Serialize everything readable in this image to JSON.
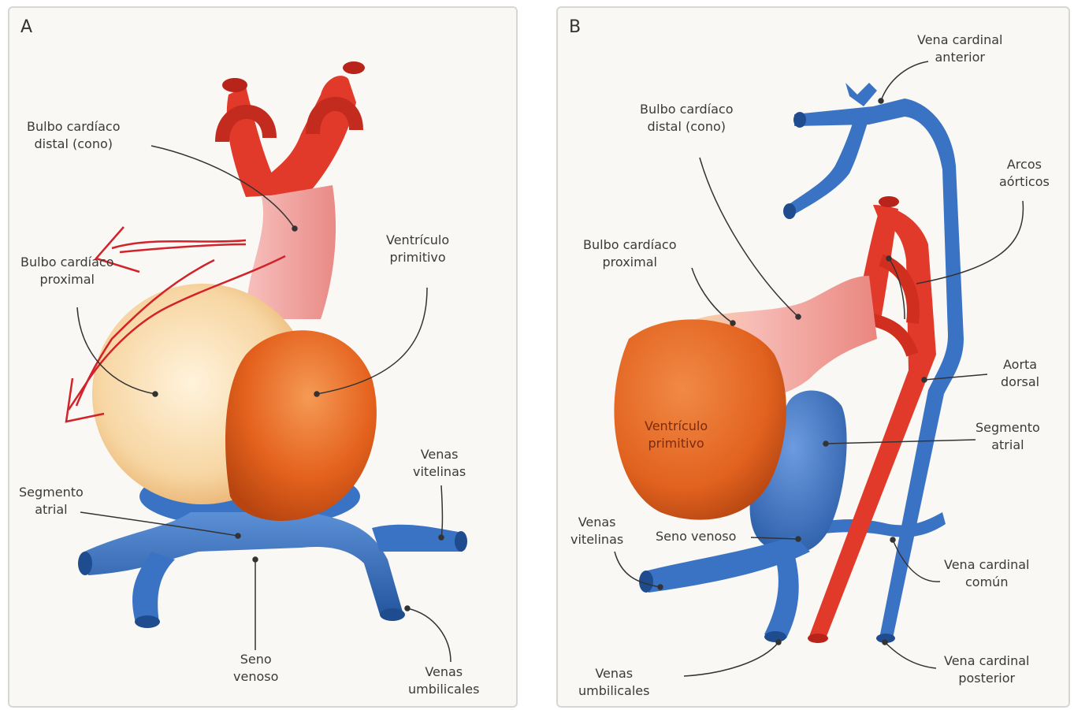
{
  "panel_a": {
    "letter": "A",
    "labels": {
      "distal_l1": "Bulbo cardíaco",
      "distal_l2": "distal (cono)",
      "proximal_l1": "Bulbo cardíaco",
      "proximal_l2": "proximal",
      "ventricle_l1": "Ventrículo",
      "ventricle_l2": "primitivo",
      "atrial_l1": "Segmento",
      "atrial_l2": "atrial",
      "vitelline_l1": "Venas",
      "vitelline_l2": "vitelinas",
      "sinus_l1": "Seno",
      "sinus_l2": "venoso",
      "umbilical_l1": "Venas",
      "umbilical_l2": "umbilicales"
    }
  },
  "panel_b": {
    "letter": "B",
    "labels": {
      "ant_cardinal_l1": "Vena cardinal",
      "ant_cardinal_l2": "anterior",
      "distal_l1": "Bulbo cardíaco",
      "distal_l2": "distal (cono)",
      "arches_l1": "Arcos",
      "arches_l2": "aórticos",
      "proximal_l1": "Bulbo cardíaco",
      "proximal_l2": "proximal",
      "dorsal_aorta_l1": "Aorta",
      "dorsal_aorta_l2": "dorsal",
      "ventricle_l1": "Ventrículo",
      "ventricle_l2": "primitivo",
      "atrial_l1": "Segmento",
      "atrial_l2": "atrial",
      "vitelline_l1": "Venas",
      "vitelline_l2": "vitelinas",
      "sinus": "Seno venoso",
      "common_cardinal_l1": "Vena cardinal",
      "common_cardinal_l2": "común",
      "umbilical_l1": "Venas",
      "umbilical_l2": "umbilicales",
      "post_cardinal_l1": "Vena cardinal",
      "post_cardinal_l2": "posterior"
    }
  },
  "colors": {
    "artery": "#e23a2a",
    "vein": "#3b73c4",
    "bulbus": "#f3a8a8",
    "ventricle": "#e96a22",
    "proximal_bulbus": "#f6d3a0",
    "annotation": "#d2232a"
  }
}
